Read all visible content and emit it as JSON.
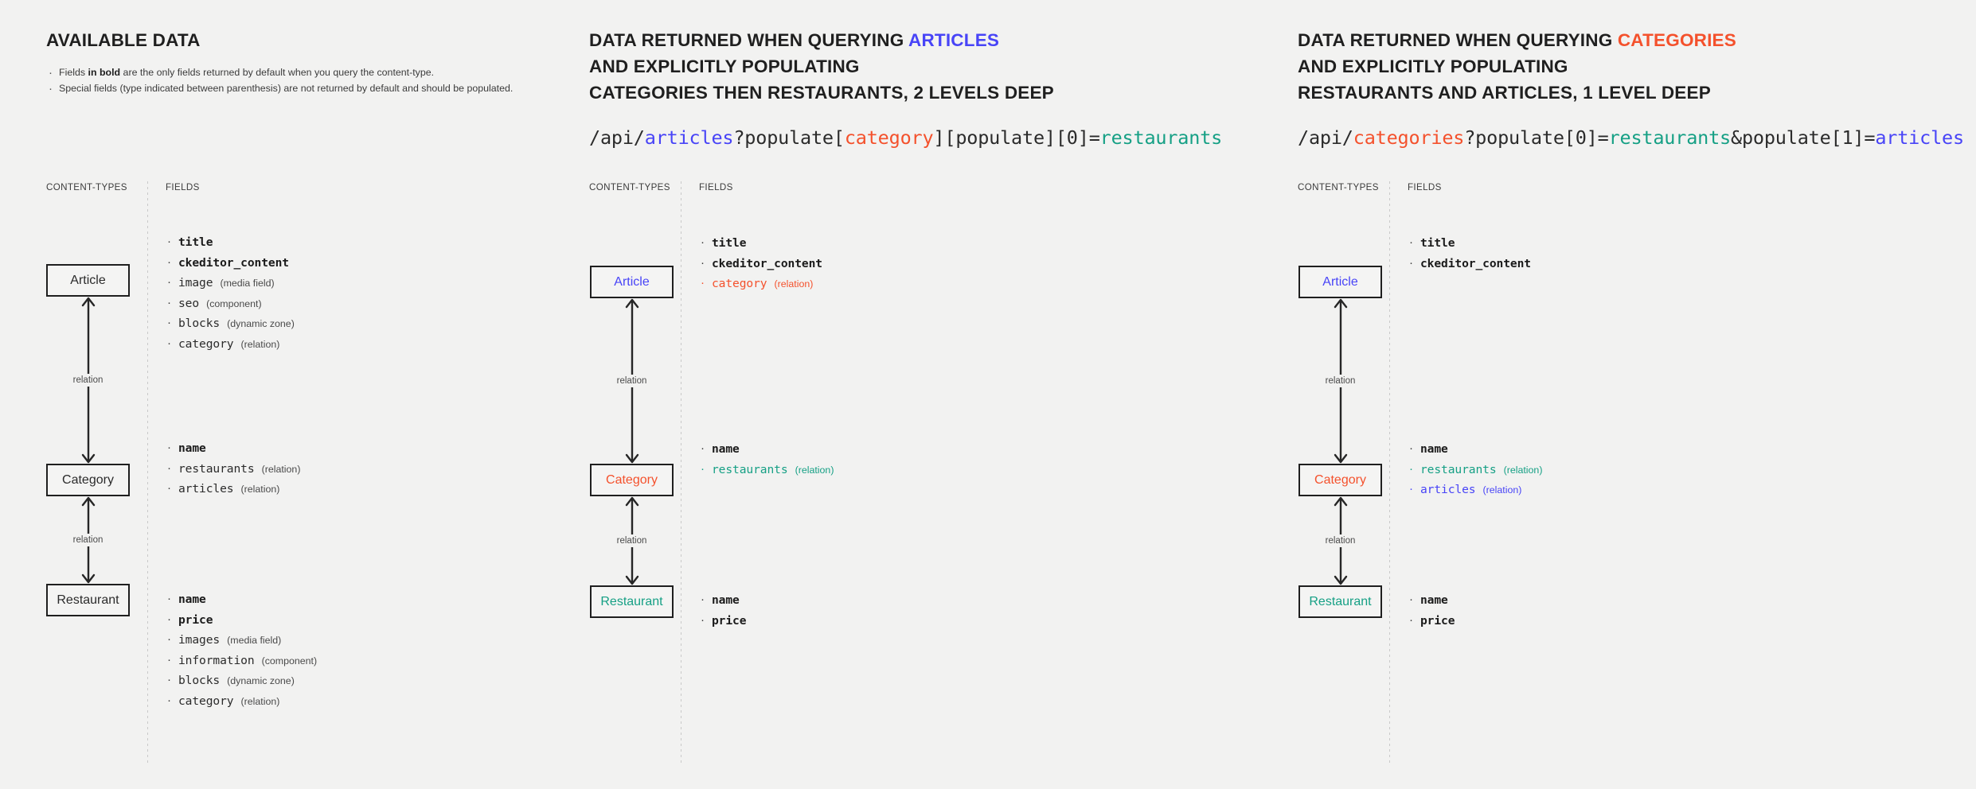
{
  "panels": [
    {
      "id": "available-data",
      "title_parts": [
        {
          "text": "AVAILABLE DATA",
          "color": "default"
        }
      ],
      "bullets": [
        "Fields in bold are the only fields returned by default when you query the content-type.",
        "Special fields (type indicated between parenthesis) are not returned by default and should be populated."
      ],
      "code": null,
      "col_headers": {
        "content_types": "CONTENT-TYPES",
        "fields": "FIELDS"
      },
      "relation_label": "relation",
      "entities": [
        {
          "name": "Article",
          "color": "default"
        },
        {
          "name": "Category",
          "color": "default"
        },
        {
          "name": "Restaurant",
          "color": "default"
        }
      ],
      "field_groups": [
        [
          {
            "name": "title",
            "type": "",
            "bold": true,
            "color": "default"
          },
          {
            "name": "ckeditor_content",
            "type": "",
            "bold": true,
            "color": "default"
          },
          {
            "name": "image",
            "type": "(media field)",
            "bold": false,
            "color": "default"
          },
          {
            "name": "seo",
            "type": "(component)",
            "bold": false,
            "color": "default"
          },
          {
            "name": "blocks",
            "type": "(dynamic zone)",
            "bold": false,
            "color": "default"
          },
          {
            "name": "category",
            "type": "(relation)",
            "bold": false,
            "color": "default"
          }
        ],
        [
          {
            "name": "name",
            "type": "",
            "bold": true,
            "color": "default"
          },
          {
            "name": "restaurants",
            "type": "(relation)",
            "bold": false,
            "color": "default"
          },
          {
            "name": "articles",
            "type": "(relation)",
            "bold": false,
            "color": "default"
          }
        ],
        [
          {
            "name": "name",
            "type": "",
            "bold": true,
            "color": "default"
          },
          {
            "name": "price",
            "type": "",
            "bold": true,
            "color": "default"
          },
          {
            "name": "images",
            "type": "(media field)",
            "bold": false,
            "color": "default"
          },
          {
            "name": "information",
            "type": "(component)",
            "bold": false,
            "color": "default"
          },
          {
            "name": "blocks",
            "type": "(dynamic zone)",
            "bold": false,
            "color": "default"
          },
          {
            "name": "category",
            "type": "(relation)",
            "bold": false,
            "color": "default"
          }
        ]
      ]
    },
    {
      "id": "query-articles",
      "title_parts": [
        {
          "text": "DATA RETURNED WHEN QUERYING ",
          "color": "default"
        },
        {
          "text": "ARTICLES",
          "color": "blue"
        },
        {
          "text": "\nAND EXPLICITLY POPULATING\nCATEGORIES THEN RESTAURANTS, 2 LEVELS DEEP",
          "color": "default"
        }
      ],
      "title_lines": [
        [
          {
            "text": "DATA RETURNED WHEN QUERYING ",
            "color": "default"
          },
          {
            "text": "ARTICLES",
            "color": "blue"
          }
        ],
        [
          {
            "text": "AND EXPLICITLY POPULATING",
            "color": "default"
          }
        ],
        [
          {
            "text": "CATEGORIES THEN RESTAURANTS, 2 LEVELS DEEP",
            "color": "default"
          }
        ]
      ],
      "bullets": [],
      "code": [
        {
          "text": "/api/",
          "color": "default"
        },
        {
          "text": "articles",
          "color": "blue"
        },
        {
          "text": "?populate[",
          "color": "default"
        },
        {
          "text": "category",
          "color": "red"
        },
        {
          "text": "][populate][0]=",
          "color": "default"
        },
        {
          "text": "restaurants",
          "color": "green"
        }
      ],
      "col_headers": {
        "content_types": "CONTENT-TYPES",
        "fields": "FIELDS"
      },
      "relation_label": "relation",
      "entities": [
        {
          "name": "Article",
          "color": "blue"
        },
        {
          "name": "Category",
          "color": "red"
        },
        {
          "name": "Restaurant",
          "color": "green"
        }
      ],
      "field_groups": [
        [
          {
            "name": "title",
            "type": "",
            "bold": true,
            "color": "default"
          },
          {
            "name": "ckeditor_content",
            "type": "",
            "bold": true,
            "color": "default"
          },
          {
            "name": "category",
            "type": "(relation)",
            "bold": false,
            "color": "red"
          }
        ],
        [
          {
            "name": "name",
            "type": "",
            "bold": true,
            "color": "default"
          },
          {
            "name": "restaurants",
            "type": "(relation)",
            "bold": false,
            "color": "green"
          }
        ],
        [
          {
            "name": "name",
            "type": "",
            "bold": true,
            "color": "default"
          },
          {
            "name": "price",
            "type": "",
            "bold": true,
            "color": "default"
          }
        ]
      ]
    },
    {
      "id": "query-categories",
      "title_lines": [
        [
          {
            "text": "DATA RETURNED WHEN QUERYING ",
            "color": "default"
          },
          {
            "text": "CATEGORIES",
            "color": "red"
          }
        ],
        [
          {
            "text": "AND EXPLICITLY POPULATING",
            "color": "default"
          }
        ],
        [
          {
            "text": "RESTAURANTS AND ARTICLES, 1 LEVEL DEEP",
            "color": "default"
          }
        ]
      ],
      "bullets": [],
      "code": [
        {
          "text": "/api/",
          "color": "default"
        },
        {
          "text": "categories",
          "color": "red"
        },
        {
          "text": "?populate[0]=",
          "color": "default"
        },
        {
          "text": "restaurants",
          "color": "green"
        },
        {
          "text": "&populate[1]=",
          "color": "default"
        },
        {
          "text": "articles",
          "color": "blue"
        }
      ],
      "col_headers": {
        "content_types": "CONTENT-TYPES",
        "fields": "FIELDS"
      },
      "relation_label": "relation",
      "entities": [
        {
          "name": "Article",
          "color": "blue"
        },
        {
          "name": "Category",
          "color": "red"
        },
        {
          "name": "Restaurant",
          "color": "green"
        }
      ],
      "field_groups": [
        [
          {
            "name": "title",
            "type": "",
            "bold": true,
            "color": "default"
          },
          {
            "name": "ckeditor_content",
            "type": "",
            "bold": true,
            "color": "default"
          }
        ],
        [
          {
            "name": "name",
            "type": "",
            "bold": true,
            "color": "default"
          },
          {
            "name": "restaurants",
            "type": "(relation)",
            "bold": false,
            "color": "green"
          },
          {
            "name": "articles",
            "type": "(relation)",
            "bold": false,
            "color": "blue"
          }
        ],
        [
          {
            "name": "name",
            "type": "",
            "bold": true,
            "color": "default"
          },
          {
            "name": "price",
            "type": "",
            "bold": true,
            "color": "default"
          }
        ]
      ]
    }
  ],
  "colors": {
    "background": "#f2f2f1",
    "ink": "#2b2b2b",
    "blue": "#4844f7",
    "red": "#f4512c",
    "green": "#16a085",
    "muted": "#4a4a4a"
  },
  "bullet_glyph": "·"
}
